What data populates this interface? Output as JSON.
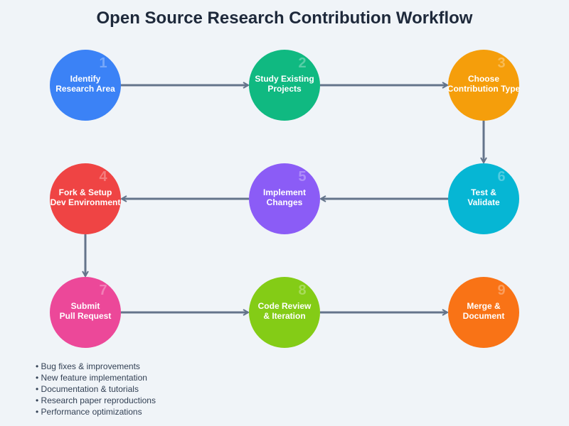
{
  "title": "Open Source Research Contribution Workflow",
  "colors": {
    "background": "#f0f4f8",
    "arrow": "#64748b",
    "title": "#1e293b"
  },
  "steps": [
    {
      "number": "1",
      "lines": [
        "Identify",
        "Research Area"
      ],
      "color": "#3b82f6"
    },
    {
      "number": "2",
      "lines": [
        "Study Existing",
        "Projects"
      ],
      "color": "#10b981"
    },
    {
      "number": "3",
      "lines": [
        "Choose",
        "Contribution Type"
      ],
      "color": "#f59e0b"
    },
    {
      "number": "4",
      "lines": [
        "Fork & Setup",
        "Dev Environment"
      ],
      "color": "#ef4444"
    },
    {
      "number": "5",
      "lines": [
        "Implement",
        "Changes"
      ],
      "color": "#8b5cf6"
    },
    {
      "number": "6",
      "lines": [
        "Test &",
        "Validate"
      ],
      "color": "#06b6d4"
    },
    {
      "number": "7",
      "lines": [
        "Submit",
        "Pull Request"
      ],
      "color": "#ec4899"
    },
    {
      "number": "8",
      "lines": [
        "Code Review",
        "& Iteration"
      ],
      "color": "#84cc16"
    },
    {
      "number": "9",
      "lines": [
        "Merge &",
        "Document"
      ],
      "color": "#f97316"
    }
  ],
  "connections": [
    {
      "from": 1,
      "to": 2
    },
    {
      "from": 2,
      "to": 3
    },
    {
      "from": 3,
      "to": 6
    },
    {
      "from": 6,
      "to": 5
    },
    {
      "from": 5,
      "to": 4
    },
    {
      "from": 4,
      "to": 7
    },
    {
      "from": 7,
      "to": 8
    },
    {
      "from": 8,
      "to": 9
    }
  ],
  "contribution_types": [
    "• Bug fixes & improvements",
    "• New feature implementation",
    "• Documentation & tutorials",
    "• Research paper reproductions",
    "• Performance optimizations"
  ]
}
